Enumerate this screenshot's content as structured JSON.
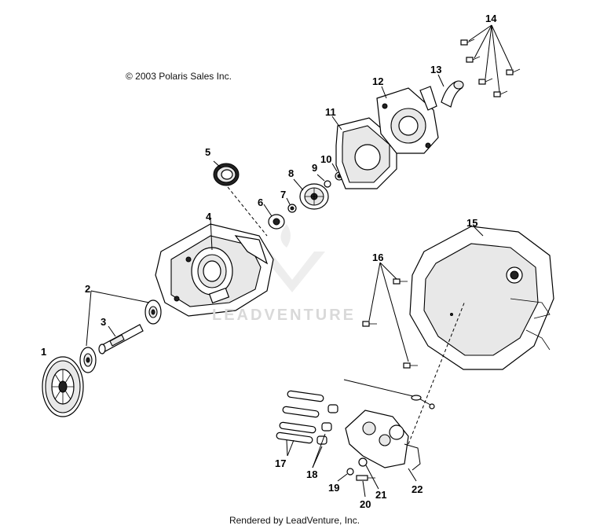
{
  "copyright": "© 2003 Polaris Sales Inc.",
  "footer": "Rendered by LeadVenture, Inc.",
  "watermark": "LEADVENTURE",
  "callouts": [
    "1",
    "2",
    "3",
    "4",
    "5",
    "6",
    "7",
    "8",
    "9",
    "10",
    "11",
    "12",
    "13",
    "14",
    "15",
    "16",
    "17",
    "18",
    "19",
    "20",
    "21",
    "22"
  ]
}
